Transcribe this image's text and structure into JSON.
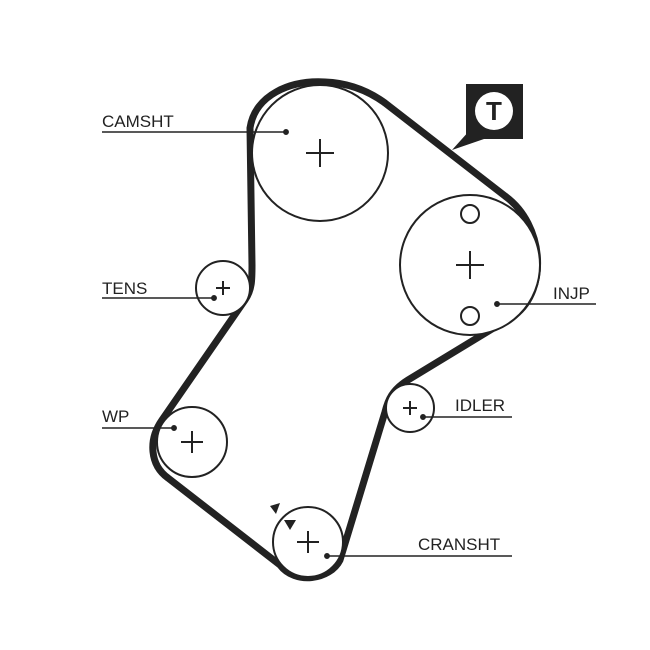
{
  "diagram": {
    "labels": {
      "camshaft": "CAMSHT",
      "tensioner": "TENS",
      "water_pump": "WP",
      "injection_pump": "INJP",
      "idler": "IDLER",
      "crankshaft": "CRANSHT"
    },
    "badge": {
      "letter": "T"
    },
    "colors": {
      "belt": "#222222",
      "pulley_stroke": "#222222",
      "badge_fill": "#222222",
      "badge_text": "#ffffff"
    }
  }
}
